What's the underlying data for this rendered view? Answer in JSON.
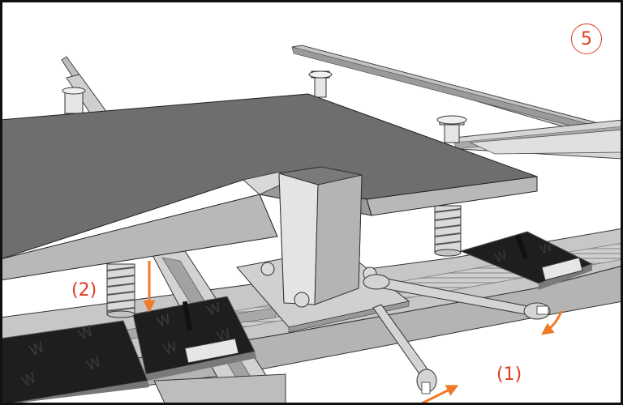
{
  "step_number": "5",
  "callouts": {
    "one": "(1)",
    "two": "(2)"
  },
  "colors": {
    "label_red": "#e23a1e",
    "arrow_orange": "#f07a28",
    "deck_top": "#6e6e6e",
    "deck_edge": "#b8b8b8",
    "rail": "#c9c9c9",
    "pad_black": "#1e1e1e",
    "frame": "#111111"
  },
  "icons": [
    "adjustable-pedestal-icon",
    "screw-jack-icon",
    "post-bracket-icon",
    "open-end-wrench-icon",
    "rubber-pad-icon",
    "rotation-arrow-icon",
    "down-arrow-icon"
  ]
}
